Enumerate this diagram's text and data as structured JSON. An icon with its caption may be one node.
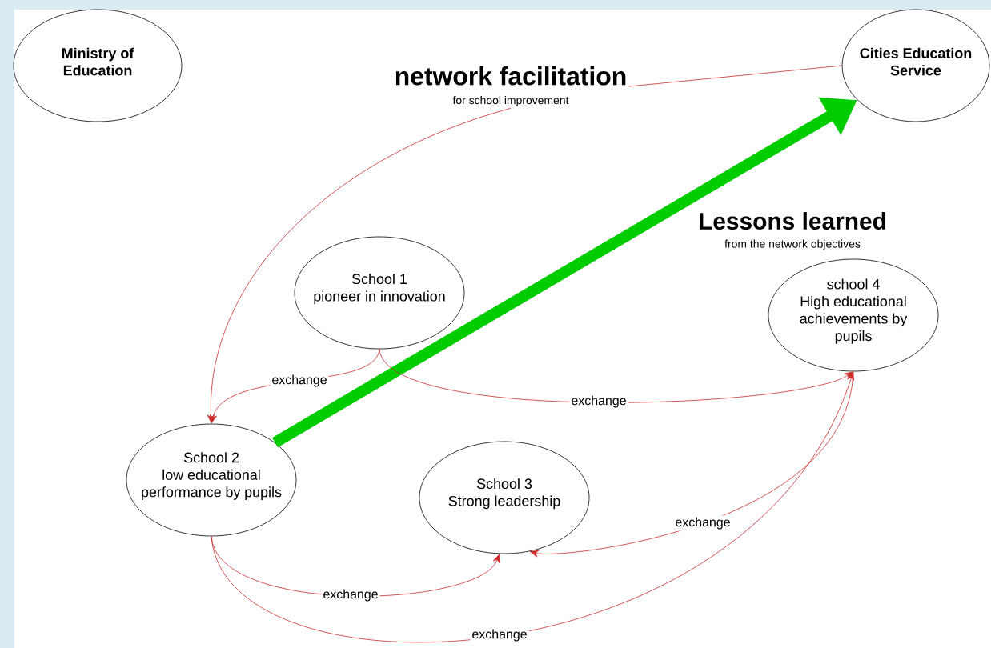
{
  "diagram": {
    "nodes": [
      {
        "text": [
          "Ministry of Education"
        ]
      },
      {
        "text": [
          "Cities Education Service"
        ]
      },
      {
        "text": [
          "network facilitation",
          "for school improvement"
        ]
      },
      {
        "text": [
          "School 1",
          "pioneer in innovation"
        ]
      },
      {
        "text": [
          "school 4",
          "High educational achievements by pupils"
        ]
      },
      {
        "text": [
          "School 2",
          "low educational performance by pupils"
        ]
      },
      {
        "text": [
          "School 3",
          "Strong leadership"
        ]
      }
    ],
    "edges": [
      {
        "from": 1,
        "to": 2,
        "arrow": "none"
      },
      {
        "from": 2,
        "to": 5,
        "arrow": "to"
      },
      {
        "from": 5,
        "to": 1,
        "arrow": "to",
        "style": "thick",
        "color": "#00cc00"
      },
      {
        "from": 3,
        "to": 5,
        "arrow": "to",
        "label": "exchange"
      },
      {
        "from": 3,
        "to": 4,
        "arrow": "to",
        "label": "exchange"
      },
      {
        "from": 5,
        "to": 6,
        "arrow": "to",
        "label": "exchange"
      },
      {
        "from": 4,
        "to": 6,
        "arrow": "to",
        "label": "exchange"
      },
      {
        "from": 5,
        "to": 4,
        "arrow": "to",
        "label": "exchange"
      }
    ],
    "labels": [
      "Lessons learned",
      "from the network objectives"
    ]
  }
}
